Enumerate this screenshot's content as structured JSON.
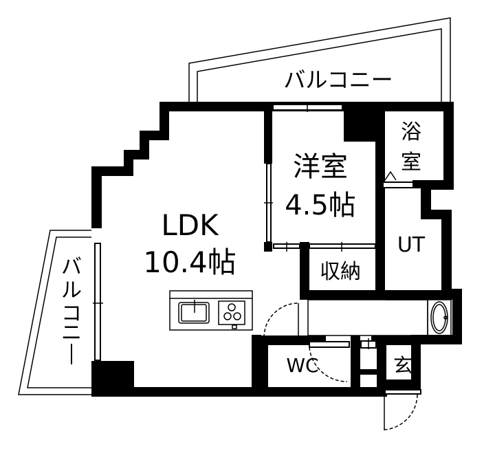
{
  "floorplan": {
    "rooms": {
      "ldk": {
        "name": "LDK",
        "size": "10.4帖"
      },
      "western_room": {
        "name": "洋室",
        "size": "4.5帖"
      },
      "storage": {
        "name": "収納"
      },
      "bath": {
        "name_line1": "浴",
        "name_line2": "室"
      },
      "utility": {
        "name": "UT"
      },
      "toilet": {
        "name": "WC"
      },
      "entrance": {
        "name": "玄"
      }
    },
    "balconies": {
      "top": {
        "label": "バルコニー"
      },
      "left": {
        "label_chars": [
          "バ",
          "ル",
          "コ",
          "ニ",
          "ー"
        ]
      }
    },
    "colors": {
      "wall": "#000000",
      "background": "#ffffff"
    }
  }
}
